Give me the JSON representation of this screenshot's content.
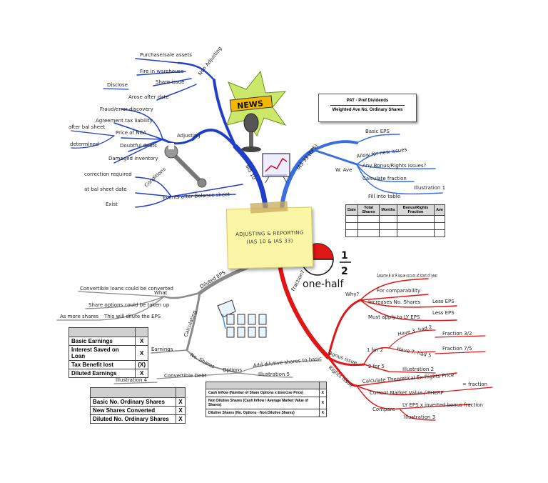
{
  "central": {
    "line1": "ADJUSTING & REPORTING",
    "line2": "(IAS 10 & IAS 33)"
  },
  "branch_ias10": "IAS 10",
  "branch_ias33": "IAS 33 (EPS)",
  "branch_fraction": "Fraction?",
  "branch_diluted": "Diluted EPS",
  "non_adjusting": {
    "title": "Non Adjusting",
    "items": [
      "Purchase/sale assets",
      "Fire in warehouse",
      "Share issue",
      "Arose after date"
    ],
    "sub": "Disclose"
  },
  "adjusting": {
    "title": "Adjusting",
    "items": [
      "Fraud/error discovery",
      "Agreement tax liability",
      "Price of NCA",
      "Doubtful debts",
      "Damaged inventory"
    ],
    "price_sub": [
      "after bal sheet",
      "determined"
    ]
  },
  "conditions": {
    "title": "Conditions",
    "items": [
      "correction required",
      "at bal sheet date",
      "Exist"
    ]
  },
  "events_after": "Events after Balance sheet",
  "news_label": "NEWS",
  "pat_box": {
    "line1": "PAT - Pref Dividends",
    "line2": "Weighted Ave No. Ordinary Shares"
  },
  "basic_eps": "Basic EPS",
  "w_ave": {
    "title": "W. Ave",
    "items": [
      "Allow for new issues",
      "Any Bonus/Rights issues?",
      "Calculate fraction",
      "Fill into table"
    ],
    "illustration": "Illustration 1"
  },
  "eps_table": {
    "headers": [
      "Date",
      "Total Shares",
      "Months",
      "Bonus/Rights Fraction",
      "Ave"
    ],
    "rows": 3
  },
  "half": {
    "num": "1",
    "den": "2",
    "caption": "one-half"
  },
  "why": {
    "title": "Why?",
    "items": [
      "Assume B or R issue occurs at start of year",
      "For comparability",
      "Increases No. Shares",
      "Must apply to LY EPS"
    ],
    "less_eps": [
      "Less EPS",
      "Less EPS"
    ]
  },
  "bonus_issue": {
    "title": "Bonus issue",
    "opt1": "1 for 2",
    "opt2": "2 for 5",
    "have3": "Have 3, had 2",
    "have7": "Have 7, had 5",
    "frac1": "Fraction 3/2",
    "frac2": "Fraction 7/5",
    "illustration": "Illustration 2"
  },
  "rights_issue": {
    "title": "Rights issue",
    "items": [
      "Calculate Theoretical Ex-Rights Price",
      "Current Market Value / THERP",
      "Compare"
    ],
    "eq_fraction": "= fraction",
    "ly_eps": "LY EPS x inverted bonus fraction",
    "illustration": "Illustration 3"
  },
  "what": {
    "title": "What",
    "items": [
      "Convertible loans could be converted",
      "Share options could be taken up",
      "This will dilute the EPS"
    ],
    "sub": "As more shares"
  },
  "calculating": "Calculating",
  "earnings": "Earnings",
  "earnings_table": {
    "rows": [
      [
        "Basic Earnings",
        "X"
      ],
      [
        "Interest Saved on Loan",
        "X"
      ],
      [
        "Tax Benefit lost",
        "(X)"
      ],
      [
        "Diluted Earnings",
        "X"
      ]
    ]
  },
  "no_shares": "No. Shares",
  "options": {
    "title": "Options",
    "add": "Add dilutive shares to basic",
    "illustration": "Illustration 5"
  },
  "convertible_debt": {
    "title": "Convertible Debt",
    "illustration": "Illustration 4"
  },
  "shares_table": {
    "rows": [
      [
        "Basic No. Ordinary Shares",
        "X"
      ],
      [
        "New Shares Converted",
        "X"
      ],
      [
        "Diluted No. Ordinary Shares",
        "X"
      ]
    ]
  },
  "options_table": {
    "rows": [
      [
        "Cash Inflow (Number of Share Options x Exercise Price)",
        "X"
      ],
      [
        "Non Dilutive Shares (Cash Inflow / Average Market Value of Shares)",
        "X"
      ],
      [
        "Dilutive Shares (No. Options - Non Dilutive Shares)",
        "X"
      ]
    ]
  },
  "colors": {
    "blue": "#1f3fc8",
    "lightblue": "#3a6ee0",
    "red": "#e01616",
    "grey": "#8a8a8a"
  }
}
